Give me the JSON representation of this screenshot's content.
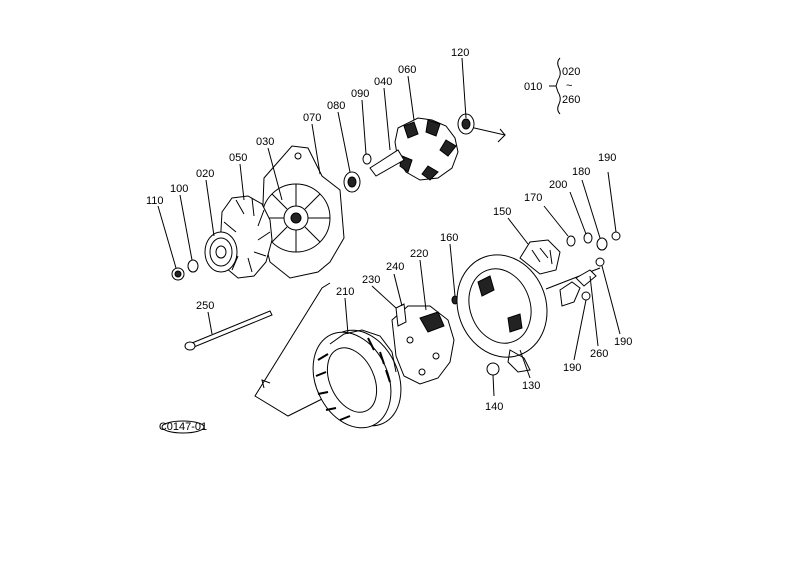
{
  "diagram": {
    "labels": {
      "p010": "010",
      "p020a": "020",
      "p260a": "260",
      "p120": "120",
      "p060": "060",
      "p040": "040",
      "p090": "090",
      "p080": "080",
      "p070": "070",
      "p030": "030",
      "p050": "050",
      "p020": "020",
      "p100": "100",
      "p110": "110",
      "p250": "250",
      "p210": "210",
      "p230": "230",
      "p240": "240",
      "p220": "220",
      "p160": "160",
      "p150": "150",
      "p170": "170",
      "p200": "200",
      "p180": "180",
      "p190a": "190",
      "p190b": "190",
      "p190c": "190",
      "p260b": "260",
      "p130": "130",
      "p140": "140"
    },
    "stamp": "C0147-01"
  }
}
